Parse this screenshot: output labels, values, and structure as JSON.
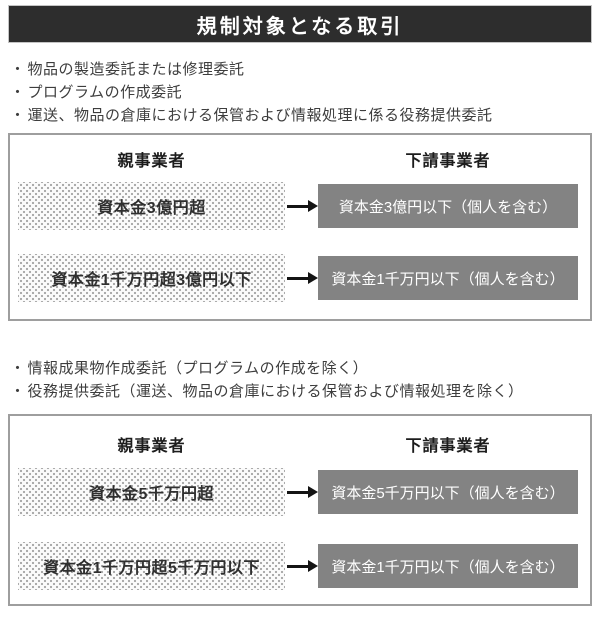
{
  "ui": {
    "bullet_marker": "・",
    "colors": {
      "header_bg": "#2d2d2d",
      "sub_cell_bg": "#838383",
      "panel_border": "#9e9e9e",
      "header_text": "#ffffff"
    }
  },
  "header": {
    "title": "規制対象となる取引"
  },
  "section1": {
    "bullets": [
      "物品の製造委託または修理委託",
      "プログラムの作成委託",
      "運送、物品の倉庫における保管および情報処理に係る役務提供委託"
    ],
    "table": {
      "parent_header": "親事業者",
      "sub_header": "下請事業者",
      "rows": [
        {
          "parent": "資本金3億円超",
          "sub": "資本金3億円以下（個人を含む）"
        },
        {
          "parent": "資本金1千万円超3億円以下",
          "sub": "資本金1千万円以下（個人を含む）"
        }
      ]
    }
  },
  "section2": {
    "bullets": [
      "情報成果物作成委託（プログラムの作成を除く）",
      "役務提供委託（運送、物品の倉庫における保管および情報処理を除く）"
    ],
    "table": {
      "parent_header": "親事業者",
      "sub_header": "下請事業者",
      "rows": [
        {
          "parent": "資本金5千万円超",
          "sub": "資本金5千万円以下（個人を含む）"
        },
        {
          "parent": "資本金1千万円超5千万円以下",
          "sub": "資本金1千万円以下（個人を含む）"
        }
      ]
    }
  }
}
